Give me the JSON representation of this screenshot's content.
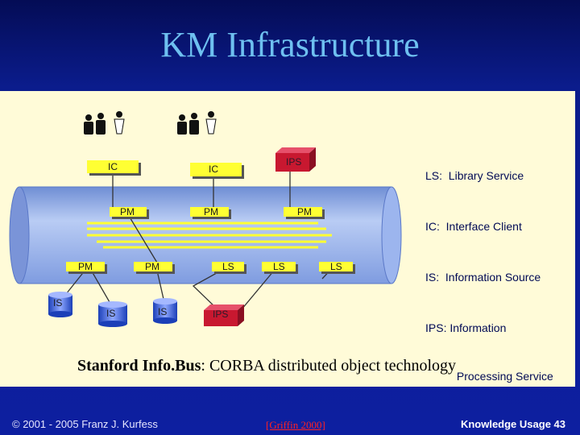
{
  "title": "KM Infrastructure",
  "diagram": {
    "ic_labels": [
      "IC",
      "IC"
    ],
    "pm_labels": [
      "PM",
      "PM",
      "PM",
      "PM",
      "PM"
    ],
    "ls_labels": [
      "LS",
      "LS",
      "LS"
    ],
    "is_labels": [
      "IS",
      "IS",
      "IS"
    ],
    "ips_labels": [
      "IPS",
      "IPS"
    ]
  },
  "legend": [
    "LS:  Library Service",
    "IC:  Interface Client",
    "IS:  Information Source",
    "IPS: Information",
    "          Processing Service"
  ],
  "caption": {
    "bold": "Stanford Info.Bus",
    "rest": ": CORBA distributed object technology"
  },
  "footer": {
    "copyright": "© 2001 - 2005 Franz J. Kurfess",
    "reference": "[Griffin 2000]",
    "page_label": "Knowledge Usage 43"
  },
  "colors": {
    "accent_yellow": "#ffff33",
    "bus_blue": "#8aa6e0",
    "device_red": "#c81830"
  }
}
